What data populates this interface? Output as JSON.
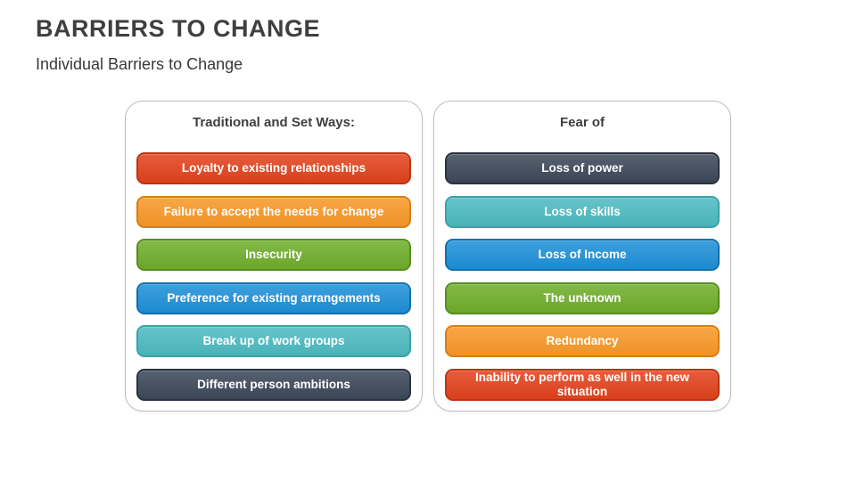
{
  "slide": {
    "title": "BARRIERS TO CHANGE",
    "subtitle": "Individual Barriers to Change"
  },
  "colors": {
    "title_text": "#3f3f3f",
    "panel_border": "#bfbfbf",
    "pill_text": "#ffffff",
    "red": "#e2421d",
    "orange": "#f79828",
    "green": "#6fae2b",
    "blue": "#1e90d8",
    "teal": "#4dbac0",
    "slate": "#3c4859"
  },
  "panels": [
    {
      "header": "Traditional and Set Ways:",
      "items": [
        {
          "label": "Loyalty to existing relationships",
          "fill": "#e2421d",
          "border": "#bd3411"
        },
        {
          "label": "Failure to accept the needs for change",
          "fill": "#f79828",
          "border": "#db7d12"
        },
        {
          "label": "Insecurity",
          "fill": "#6fae2b",
          "border": "#568f1d"
        },
        {
          "label": "Preference for existing arrangements",
          "fill": "#1e90d8",
          "border": "#1270ad"
        },
        {
          "label": "Break up of work groups",
          "fill": "#4dbac0",
          "border": "#39a3a9"
        },
        {
          "label": "Different person ambitions",
          "fill": "#3c4859",
          "border": "#293341"
        }
      ]
    },
    {
      "header": "Fear of",
      "items": [
        {
          "label": "Loss of power",
          "fill": "#3c4859",
          "border": "#293341"
        },
        {
          "label": "Loss of skills",
          "fill": "#4dbac0",
          "border": "#39a3a9"
        },
        {
          "label": "Loss of Income",
          "fill": "#1e90d8",
          "border": "#1270ad"
        },
        {
          "label": "The unknown",
          "fill": "#6fae2b",
          "border": "#568f1d"
        },
        {
          "label": "Redundancy",
          "fill": "#f79828",
          "border": "#db7d12"
        },
        {
          "label": "Inability to perform as well in the new situation",
          "fill": "#e2421d",
          "border": "#bd3411"
        }
      ]
    }
  ]
}
